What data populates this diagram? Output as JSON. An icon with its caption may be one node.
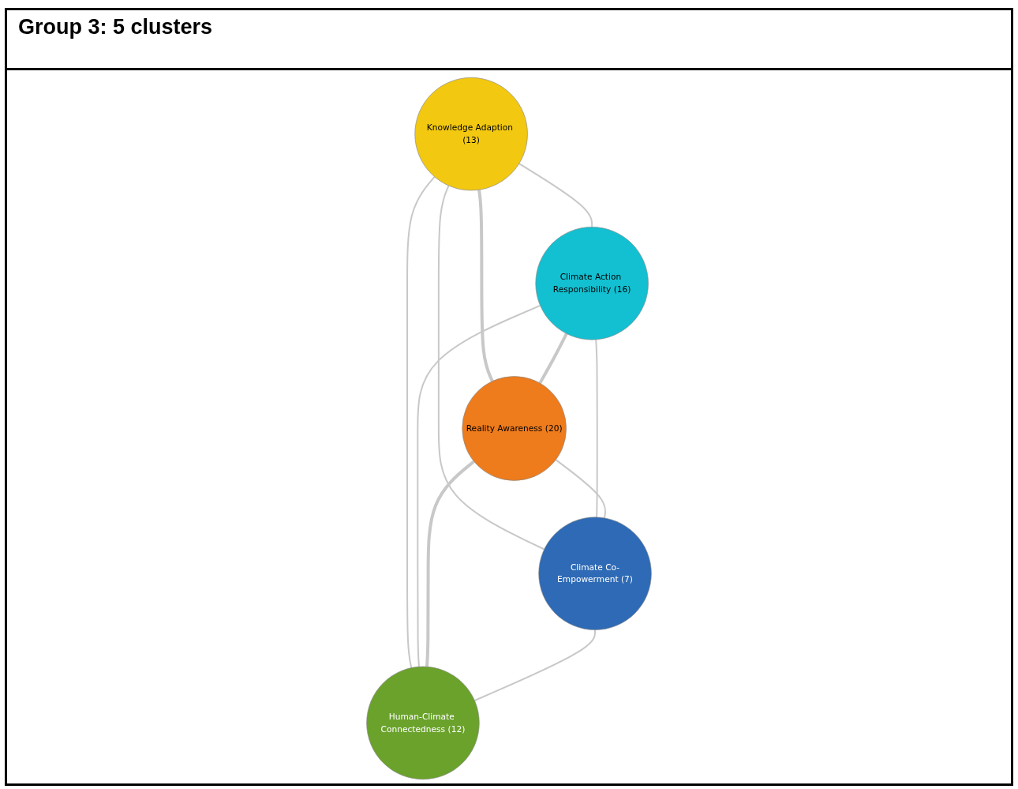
{
  "diagram": {
    "title": "Group 3: 5 clusters",
    "nodes": [
      {
        "text": [
          "Knowledge Adaption (13)"
        ]
      },
      {
        "text": [
          "Climate Action Responsibility (16)"
        ]
      },
      {
        "text": [
          "Climate Co-Empowerment (7)"
        ]
      },
      {
        "text": [
          "Reality Awareness (20)"
        ]
      },
      {
        "text": [
          "Human-Climate Connectedness (12)"
        ]
      }
    ],
    "edges": [
      {
        "from": 0,
        "to": 4,
        "arrow": "none"
      },
      {
        "from": 0,
        "to": 1,
        "arrow": "none"
      },
      {
        "from": 0,
        "to": 3,
        "arrow": "none",
        "style": "thick"
      },
      {
        "from": 0,
        "to": 2,
        "arrow": "none"
      },
      {
        "from": 1,
        "to": 3,
        "arrow": "none",
        "style": "thick"
      },
      {
        "from": 1,
        "to": 2,
        "arrow": "none"
      },
      {
        "from": 1,
        "to": 4,
        "arrow": "none"
      },
      {
        "from": 3,
        "to": 2,
        "arrow": "none"
      },
      {
        "from": 3,
        "to": 4,
        "arrow": "none",
        "style": "thick"
      },
      {
        "from": 2,
        "to": 4,
        "arrow": "none"
      }
    ]
  }
}
